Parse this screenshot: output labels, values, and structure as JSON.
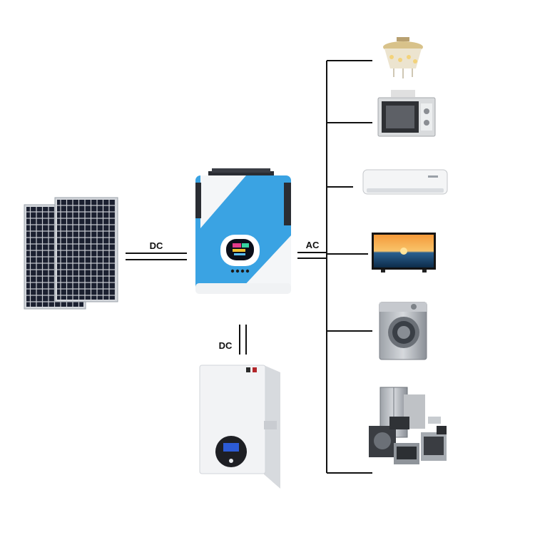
{
  "labels": {
    "dc_solar": "DC",
    "ac_output": "AC",
    "dc_battery": "DC"
  },
  "components": {
    "source": "solar-panels",
    "inverter": "hybrid-solar-inverter",
    "storage": "wall-mounted-lithium-battery",
    "loads": [
      "chandelier",
      "microwave-oven",
      "air-conditioner",
      "television",
      "washing-machine",
      "kitchen-appliances"
    ]
  },
  "colors": {
    "inverter_blue": "#3aa3e3",
    "inverter_white": "#f4f6f8",
    "panel_cell": "#1a1f2b",
    "wire": "#111111",
    "battery_body": "#f2f3f5"
  }
}
